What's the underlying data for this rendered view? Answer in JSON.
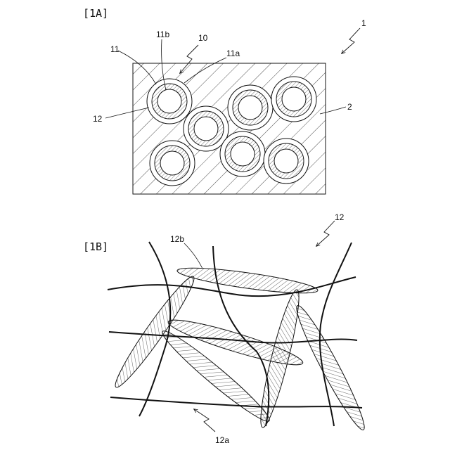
{
  "figures": {
    "a": {
      "label": "[1A]",
      "refs": {
        "assembly": "1",
        "unit": "10",
        "fiber": "11",
        "fiber_outer": "11a",
        "fiber_inner": "11b",
        "coating": "12",
        "matrix": "2"
      }
    },
    "b": {
      "label": "[1B]",
      "refs": {
        "coating": "12",
        "particle": "12b",
        "fibril": "12a"
      }
    }
  },
  "colors": {
    "ink": "#111111",
    "fill": "#ffffff"
  }
}
